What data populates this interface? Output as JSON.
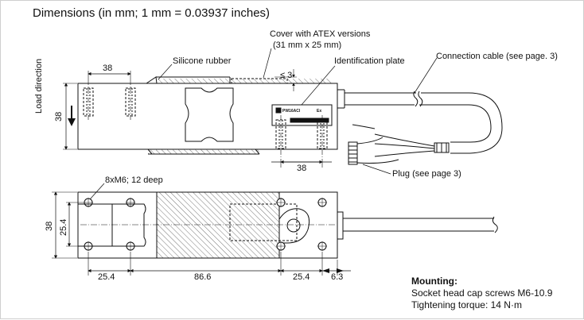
{
  "title": "Dimensions (in mm; 1 mm = 0.03937 inches)",
  "callouts": {
    "cover": "Cover with ATEX versions",
    "cover_size": "(31 mm x 25 mm)",
    "silicone": "Silicone rubber",
    "ident_plate": "Identification plate",
    "cable": "Connection cable (see page. 3)",
    "plug": "Plug (see page 3)",
    "load_direction": "Load direction",
    "threads": "8xM6; 12 deep",
    "gap": "≤ 3"
  },
  "plate": {
    "model": "PW16ACl",
    "mark": "Ex"
  },
  "dimensions": {
    "side_top_38": "38",
    "side_height_38": "38",
    "side_bottom_38": "38",
    "top_height_38": "38",
    "top_inner_25_4": "25.4",
    "bottom_25_4_left": "25.4",
    "bottom_86_6": "86.6",
    "bottom_25_4_right": "25.4",
    "bottom_6_3": "6.3"
  },
  "mounting": {
    "heading": "Mounting:",
    "line1": "Socket head cap screws M6-10.9",
    "line2": "Tightening torque: 14 N·m"
  }
}
